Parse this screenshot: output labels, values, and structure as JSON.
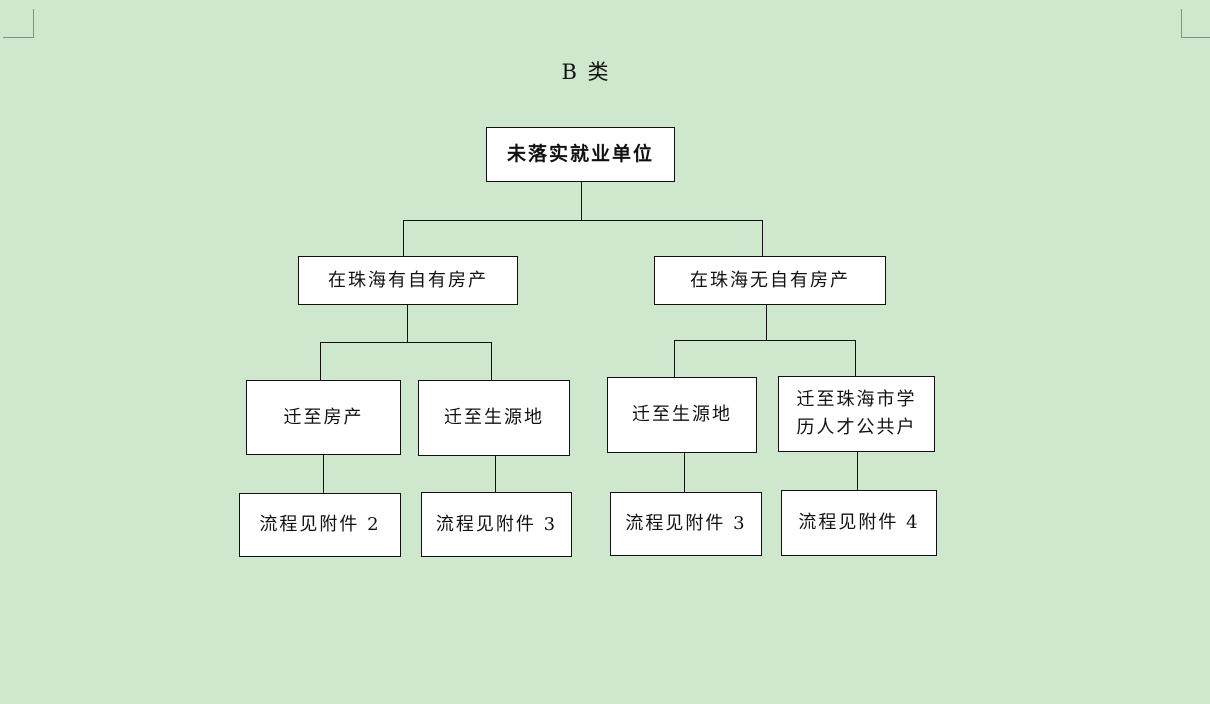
{
  "title": "B 类",
  "nodes": {
    "root": "未落实就业单位",
    "left_branch": "在珠海有自有房产",
    "right_branch": "在珠海无自有房产",
    "left_a": "迁至房产",
    "left_b": "迁至生源地",
    "right_a": "迁至生源地",
    "right_b": "迁至珠海市学历人才公共户",
    "result_1": "流程见附件 2",
    "result_2": "流程见附件 3",
    "result_3": "流程见附件 3",
    "result_4": "流程见附件 4"
  }
}
